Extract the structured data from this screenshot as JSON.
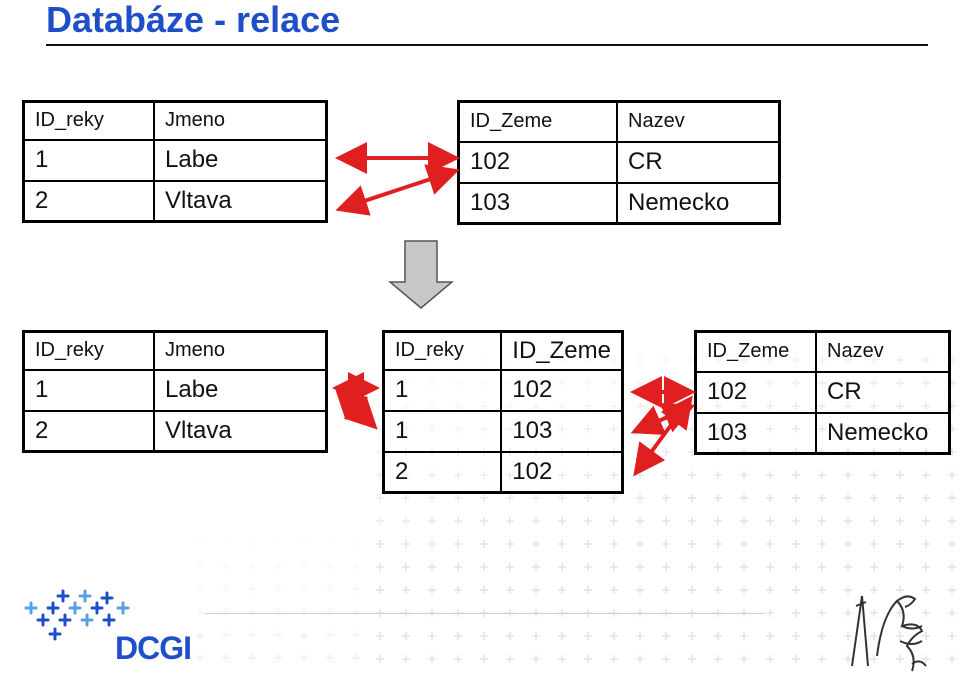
{
  "title": "Databáze - relace",
  "logo_text": "DCGI",
  "tables": {
    "reky_top": {
      "headers": [
        "ID_reky",
        "Jmeno"
      ],
      "rows": [
        [
          "1",
          "Labe"
        ],
        [
          "2",
          "Vltava"
        ]
      ]
    },
    "zeme_top": {
      "headers": [
        "ID_Zeme",
        "Nazev"
      ],
      "rows": [
        [
          "102",
          "CR"
        ],
        [
          "103",
          "Nemecko"
        ]
      ]
    },
    "reky_bottom": {
      "headers": [
        "ID_reky",
        "Jmeno"
      ],
      "rows": [
        [
          "1",
          "Labe"
        ],
        [
          "2",
          "Vltava"
        ]
      ]
    },
    "vazba": {
      "headers": [
        "ID_reky",
        "ID_Zeme"
      ],
      "rows": [
        [
          "1",
          "102"
        ],
        [
          "1",
          "103"
        ],
        [
          "2",
          "102"
        ]
      ]
    },
    "zeme_bottom": {
      "headers": [
        "ID_Zeme",
        "Nazev"
      ],
      "rows": [
        [
          "102",
          "CR"
        ],
        [
          "103",
          "Nemecko"
        ]
      ]
    }
  },
  "colors": {
    "title": "#1f4fc8",
    "arrow": "#e02020",
    "down_arrow_fill": "#c8c8c8"
  },
  "icons": [
    "down-arrow-icon",
    "dcgi-logo-icon",
    "university-crest-icon"
  ]
}
